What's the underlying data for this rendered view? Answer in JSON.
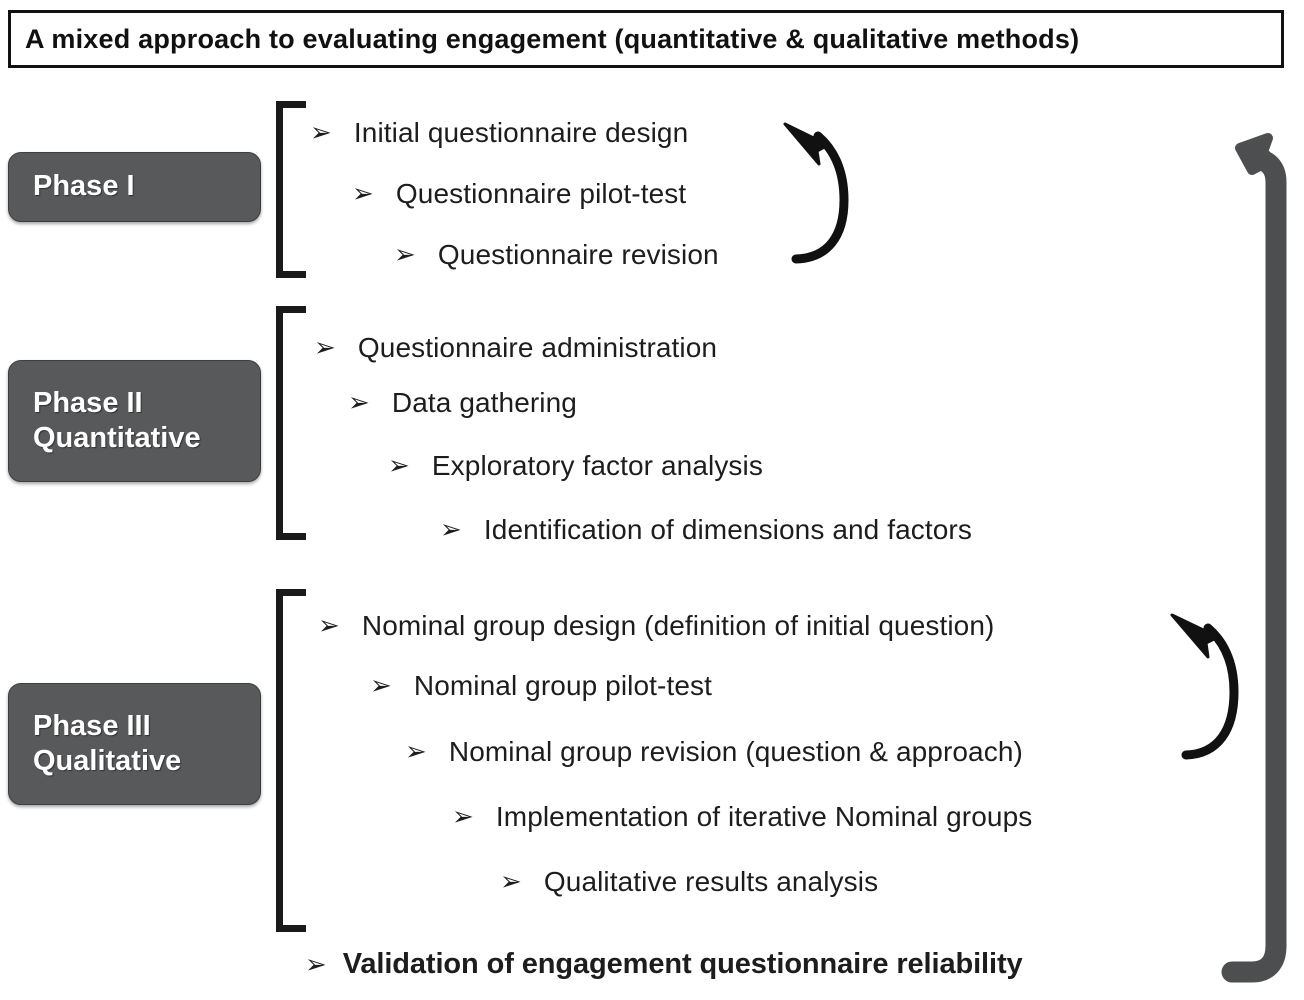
{
  "title": {
    "text": "A mixed approach to evaluating engagement (quantitative & qualitative methods)"
  },
  "colors": {
    "phase_box_fill": "#58595b",
    "phase_box_text": "#ffffff",
    "bracket": "#1a1a1a",
    "curved_arrow": "#111111",
    "loop_arrow": "#4d4e50",
    "title_border": "#111111",
    "background": "#ffffff",
    "body_text": "#1d1d1d"
  },
  "bullet_glyph": "➢",
  "phases": [
    {
      "id": "phase-1",
      "label_lines": [
        "Phase I"
      ],
      "steps": [
        {
          "text": "Initial questionnaire design",
          "indent": 0,
          "bold": false
        },
        {
          "text": "Questionnaire pilot-test",
          "indent": 1,
          "bold": false
        },
        {
          "text": "Questionnaire revision",
          "indent": 2,
          "bold": false
        }
      ],
      "has_feedback_loop": true
    },
    {
      "id": "phase-2",
      "label_lines": [
        "Phase II",
        "Quantitative"
      ],
      "steps": [
        {
          "text": "Questionnaire administration",
          "indent": 0,
          "bold": false
        },
        {
          "text": "Data gathering",
          "indent": 1,
          "bold": false
        },
        {
          "text": "Exploratory factor analysis",
          "indent": 2,
          "bold": false
        },
        {
          "text": "Identification of dimensions and factors",
          "indent": 3,
          "bold": false
        }
      ],
      "has_feedback_loop": false
    },
    {
      "id": "phase-3",
      "label_lines": [
        "Phase III",
        "Qualitative"
      ],
      "steps": [
        {
          "text": "Nominal group design (definition of initial question)",
          "indent": 0,
          "bold": false
        },
        {
          "text": "Nominal group pilot-test",
          "indent": 1,
          "bold": false
        },
        {
          "text": "Nominal group revision (question & approach)",
          "indent": 2,
          "bold": false
        },
        {
          "text": "Implementation of iterative Nominal groups",
          "indent": 3,
          "bold": false
        },
        {
          "text": "Qualitative results analysis",
          "indent": 4,
          "bold": false
        }
      ],
      "has_feedback_loop": true
    }
  ],
  "final_step": {
    "text": "Validation of engagement questionnaire reliability",
    "bold": true
  },
  "annotations": {
    "phase1_loop_label": "feedback loop from questionnaire revision back to initial questionnaire design",
    "phase3_loop_label": "feedback loop from nominal group revision back to nominal group design",
    "global_loop_label": "overall validation feedback loop returning to phase I"
  }
}
